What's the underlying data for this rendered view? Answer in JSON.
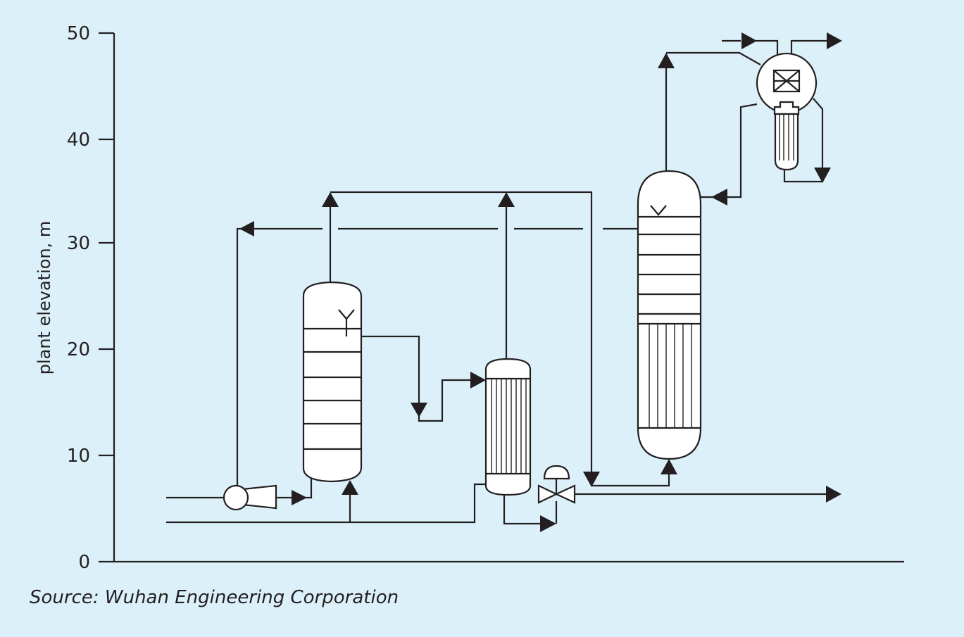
{
  "axis": {
    "ylabel": "plant elevation, m",
    "ylim": [
      0,
      50
    ],
    "ticks": [
      "0",
      "10",
      "20",
      "30",
      "40",
      "50"
    ]
  },
  "source": "Source: Wuhan Engineering Corporation",
  "colors": {
    "background": "#dcf0f9",
    "ink": "#231f20",
    "vessel_fill": "#ffffff"
  }
}
